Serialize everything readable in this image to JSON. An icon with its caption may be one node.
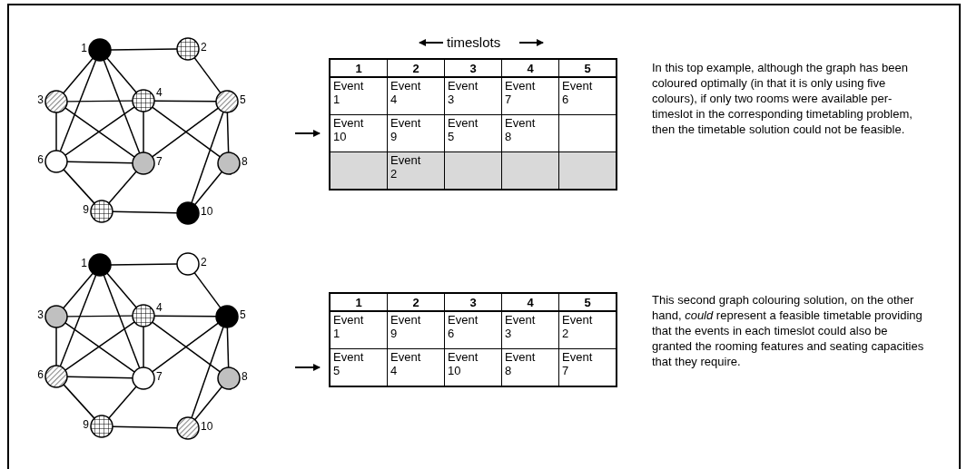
{
  "diagram": {
    "nodes": [
      {
        "text": [],
        "shape": "circle",
        "beside": [
          "1"
        ]
      },
      {
        "text": [],
        "shape": "circle",
        "beside": [
          "2"
        ]
      },
      {
        "text": [],
        "shape": "circle",
        "beside": [
          "3"
        ]
      },
      {
        "text": [],
        "shape": "circle",
        "beside": [
          "4"
        ]
      },
      {
        "text": [],
        "shape": "circle",
        "beside": [
          "5"
        ]
      },
      {
        "text": [],
        "shape": "circle",
        "beside": [
          "6"
        ]
      },
      {
        "text": [],
        "shape": "circle",
        "beside": [
          "7"
        ]
      },
      {
        "text": [],
        "shape": "circle",
        "beside": [
          "8"
        ]
      },
      {
        "text": [],
        "shape": "circle",
        "beside": [
          "9"
        ]
      },
      {
        "text": [],
        "shape": "circle",
        "beside": [
          "10"
        ]
      },
      {
        "text": [],
        "shape": "circle",
        "beside": [
          "1"
        ]
      },
      {
        "text": [],
        "shape": "circle",
        "beside": [
          "2"
        ]
      },
      {
        "text": [],
        "shape": "circle",
        "beside": [
          "3"
        ]
      },
      {
        "text": [],
        "shape": "circle",
        "beside": [
          "4"
        ]
      },
      {
        "text": [],
        "shape": "circle",
        "beside": [
          "5"
        ]
      },
      {
        "text": [],
        "shape": "circle",
        "beside": [
          "6"
        ]
      },
      {
        "text": [],
        "shape": "circle",
        "beside": [
          "7"
        ]
      },
      {
        "text": [],
        "shape": "circle",
        "beside": [
          "8"
        ]
      },
      {
        "text": [],
        "shape": "circle",
        "beside": [
          "9"
        ]
      },
      {
        "text": [],
        "shape": "circle",
        "beside": [
          "10"
        ]
      }
    ],
    "edges": [
      {
        "from": 0,
        "to": 1,
        "arrow": "none"
      },
      {
        "from": 0,
        "to": 2,
        "arrow": "none"
      },
      {
        "from": 0,
        "to": 3,
        "arrow": "none"
      },
      {
        "from": 0,
        "to": 5,
        "arrow": "none"
      },
      {
        "from": 0,
        "to": 6,
        "arrow": "none"
      },
      {
        "from": 1,
        "to": 4,
        "arrow": "none"
      },
      {
        "from": 2,
        "to": 3,
        "arrow": "none"
      },
      {
        "from": 2,
        "to": 5,
        "arrow": "none"
      },
      {
        "from": 2,
        "to": 6,
        "arrow": "none"
      },
      {
        "from": 3,
        "to": 4,
        "arrow": "none"
      },
      {
        "from": 3,
        "to": 5,
        "arrow": "none"
      },
      {
        "from": 3,
        "to": 6,
        "arrow": "none"
      },
      {
        "from": 3,
        "to": 7,
        "arrow": "none"
      },
      {
        "from": 4,
        "to": 6,
        "arrow": "none"
      },
      {
        "from": 4,
        "to": 7,
        "arrow": "none"
      },
      {
        "from": 4,
        "to": 9,
        "arrow": "none"
      },
      {
        "from": 5,
        "to": 6,
        "arrow": "none"
      },
      {
        "from": 5,
        "to": 8,
        "arrow": "none"
      },
      {
        "from": 6,
        "to": 8,
        "arrow": "none"
      },
      {
        "from": 7,
        "to": 9,
        "arrow": "none"
      },
      {
        "from": 8,
        "to": 9,
        "arrow": "none"
      },
      {
        "from": 10,
        "to": 11,
        "arrow": "none"
      },
      {
        "from": 10,
        "to": 12,
        "arrow": "none"
      },
      {
        "from": 10,
        "to": 13,
        "arrow": "none"
      },
      {
        "from": 10,
        "to": 15,
        "arrow": "none"
      },
      {
        "from": 10,
        "to": 16,
        "arrow": "none"
      },
      {
        "from": 11,
        "to": 14,
        "arrow": "none"
      },
      {
        "from": 12,
        "to": 13,
        "arrow": "none"
      },
      {
        "from": 12,
        "to": 15,
        "arrow": "none"
      },
      {
        "from": 12,
        "to": 16,
        "arrow": "none"
      },
      {
        "from": 13,
        "to": 14,
        "arrow": "none"
      },
      {
        "from": 13,
        "to": 15,
        "arrow": "none"
      },
      {
        "from": 13,
        "to": 16,
        "arrow": "none"
      },
      {
        "from": 13,
        "to": 17,
        "arrow": "none"
      },
      {
        "from": 14,
        "to": 16,
        "arrow": "none"
      },
      {
        "from": 14,
        "to": 17,
        "arrow": "none"
      },
      {
        "from": 14,
        "to": 19,
        "arrow": "none"
      },
      {
        "from": 15,
        "to": 16,
        "arrow": "none"
      },
      {
        "from": 15,
        "to": 18,
        "arrow": "none"
      },
      {
        "from": 16,
        "to": 18,
        "arrow": "none"
      },
      {
        "from": 17,
        "to": 19,
        "arrow": "none"
      },
      {
        "from": 18,
        "to": 19,
        "arrow": "none"
      }
    ],
    "labels": [
      "timeslots",
      "1",
      "2",
      "3",
      "4",
      "5",
      "Event 1",
      "Event 4",
      "Event 3",
      "Event 7",
      "Event 6",
      "Event 10",
      "Event 9",
      "Event 5",
      "Event 8",
      "Event 2",
      "In this top example, although the graph has been coloured optimally (in that it is only using five colours), if only two rooms were available per-timeslot in the corresponding timetabling problem, then the timetable solution could not be feasible.",
      "1",
      "2",
      "3",
      "4",
      "5",
      "Event 1",
      "Event 9",
      "Event 6",
      "Event 3",
      "Event 2",
      "Event 5",
      "Event 4",
      "Event 10",
      "Event 8",
      "Event 7",
      "This second graph colouring solution, on the other hand, *could* represent a feasible timetable providing that the events in each timeslot could also be granted the rooming features and seating capacities that they require."
    ]
  }
}
